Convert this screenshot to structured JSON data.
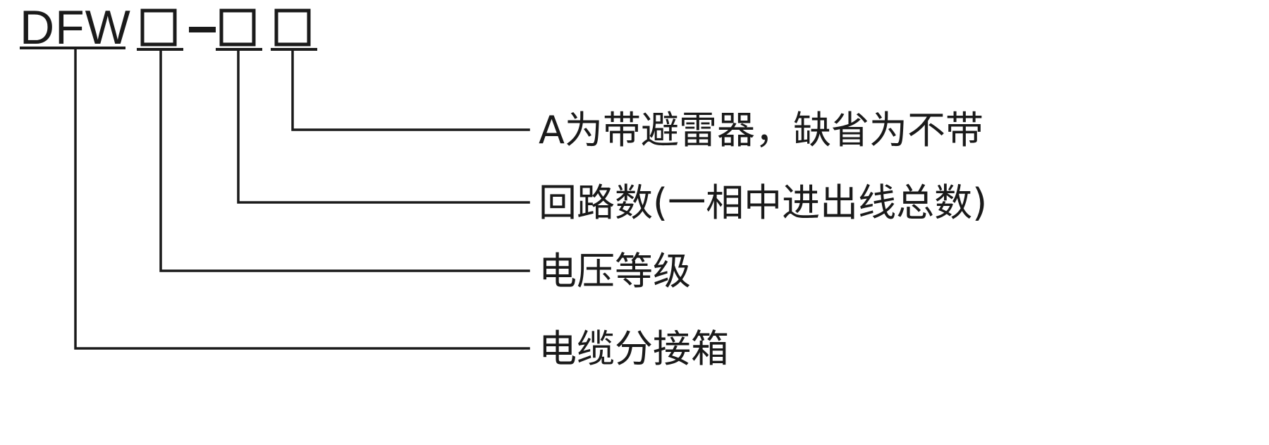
{
  "figure": {
    "type": "designation-breakdown-diagram",
    "background_color": "#ffffff",
    "line_color": "#1a1a1a",
    "model_code": {
      "prefix": "DFW",
      "separator": "–",
      "placeholders": [
        "□",
        "□",
        "□"
      ]
    },
    "callouts": [
      {
        "id": "lightning-arrester",
        "source": "placeholder-3",
        "label": "A为带避雷器，缺省为不带"
      },
      {
        "id": "circuit-count",
        "source": "placeholder-2",
        "label": "回路数(一相中进出线总数)"
      },
      {
        "id": "voltage-class",
        "source": "placeholder-1",
        "label": "电压等级"
      },
      {
        "id": "cable-branch-box",
        "source": "prefix",
        "label": "电缆分接箱"
      }
    ]
  }
}
